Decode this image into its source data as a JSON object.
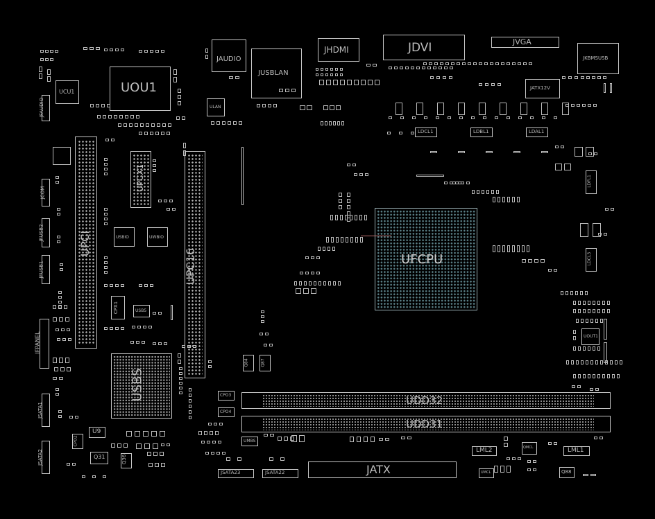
{
  "components": {
    "cpu": "UFCPU",
    "pci_slot": "UPCI",
    "pcie_x16": "UPC16",
    "pcie_x1": "UPCX1",
    "dimm_a": "UDD32",
    "dimm_b": "UDD31",
    "atx_power": "JATX",
    "dvi": "JDVI",
    "hdmi": "JHDMI",
    "vga": "JVGA",
    "audio": "JAUDIO",
    "usb_lan": "JUSBLAN",
    "usb_ps2": "JKBMSUSB",
    "atx12v": "JATX12V",
    "chipset": "USBS",
    "io_chip": "UOU1",
    "ucu": "UCU1",
    "front_panel": "JFPANEL",
    "front_audio": "JFAUDIO",
    "com": "JCOM",
    "usb_hdr1": "JFUSB1",
    "usb_hdr2": "JFUSB2",
    "sata1": "JSATA1",
    "sata2": "JSATA2",
    "sata22": "JSATA22",
    "sata23": "JSATA23",
    "ldcl1": "LDCL1",
    "ldbl1": "LDBL1",
    "ldal1": "LDAL1",
    "ldfl1": "LDFL1",
    "ldcl3": "LDCL3",
    "lml1": "LML1",
    "lml2": "LML2",
    "q31": "Q31",
    "q36": "Q36",
    "q88": "Q88",
    "q84": "Q84",
    "q87": "Q87",
    "cpx1": "CPX1",
    "u9": "U9",
    "usbs_small": "USB5",
    "usbio": "USBIO",
    "uwbio": "UWBIO",
    "ulan": "ULAN",
    "uout1": "UOUT1",
    "cpo3": "CPO3",
    "cpo4": "CPO4",
    "cpo2": "CPO2",
    "umbs": "UMBS",
    "qmcl": "QMCL",
    "umcl": "UMCL"
  }
}
